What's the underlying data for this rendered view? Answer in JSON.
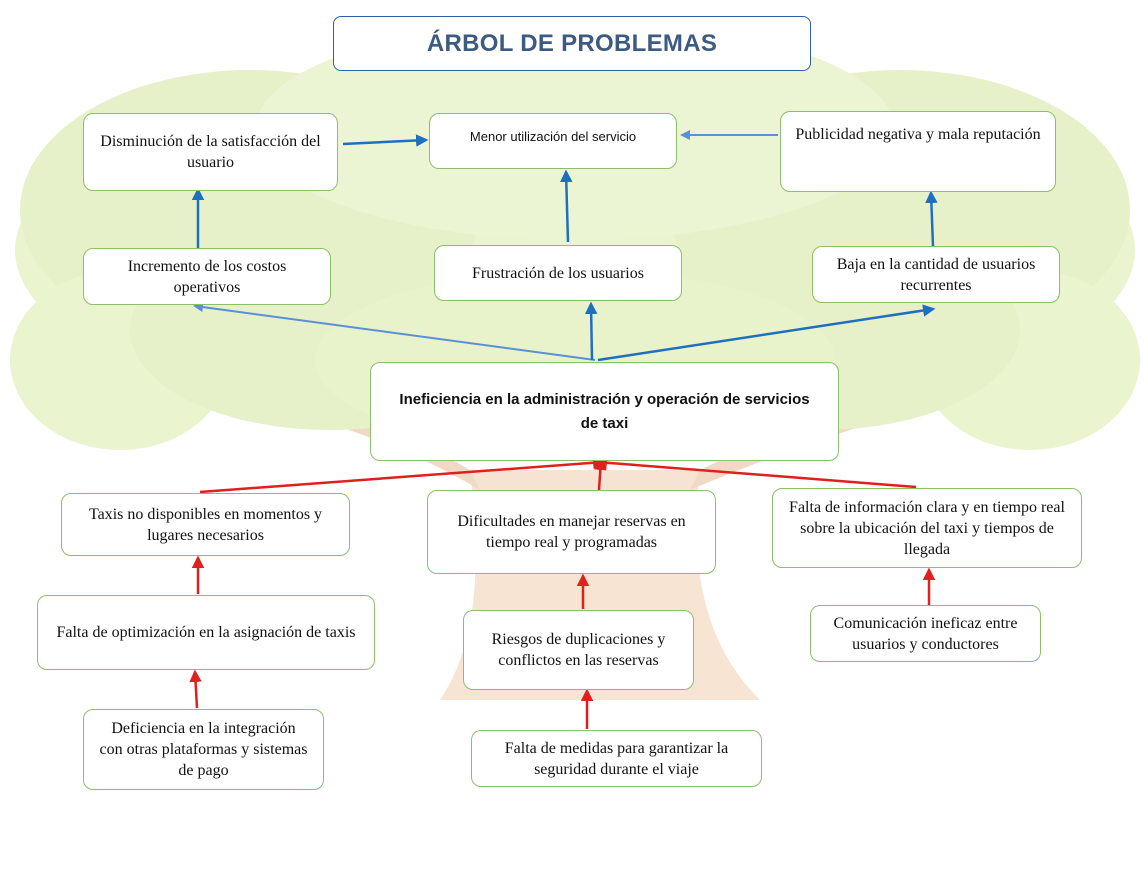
{
  "title": "ÁRBOL DE PROBLEMAS",
  "core_problem": "Ineficiencia en la administración y operación de servicios de taxi",
  "effects": {
    "top": {
      "left": "Disminución de la satisfacción del usuario",
      "center": "Menor utilización del servicio",
      "right": "Publicidad negativa y mala reputación"
    },
    "direct": {
      "left": "Incremento de los costos operativos",
      "center": "Frustración de los usuarios",
      "right": "Baja en la cantidad de usuarios recurrentes"
    }
  },
  "causes": {
    "left": [
      "Taxis no disponibles en momentos y lugares necesarios",
      "Falta de optimización en la asignación de taxis",
      "Deficiencia en la integración con otras plataformas y sistemas de pago"
    ],
    "center": [
      "Dificultades en manejar reservas en tiempo real y programadas",
      "Riesgos de duplicaciones y conflictos en las reservas",
      "Falta de medidas para garantizar la seguridad durante el viaje"
    ],
    "right": [
      "Falta de información clara y en tiempo real sobre la ubicación del taxi y tiempos de llegada",
      "Comunicación ineficaz entre usuarios y conductores"
    ]
  },
  "colors": {
    "effect_arrow": "#1f6fc0",
    "effect_arrow_light": "#5b8fd6",
    "cause_arrow": "#e0201d",
    "box_border": "#8bbf6a",
    "title_border": "#2e5fa8",
    "title_text": "#3d5a82",
    "tree_foliage": "#c9e28a",
    "tree_trunk": "#f0c9a8"
  }
}
